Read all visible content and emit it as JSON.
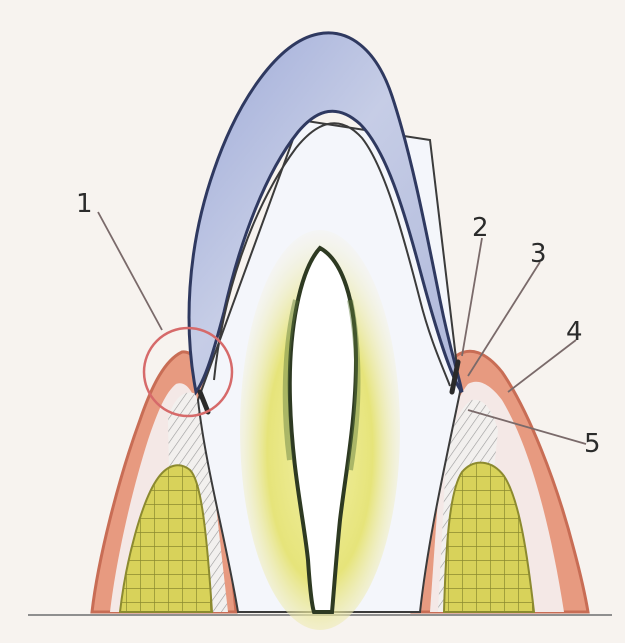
{
  "callouts": [
    {
      "id": "1",
      "label": "1"
    },
    {
      "id": "2",
      "label": "2"
    },
    {
      "id": "3",
      "label": "3"
    },
    {
      "id": "4",
      "label": "4"
    },
    {
      "id": "5",
      "label": "5"
    }
  ],
  "colors": {
    "background": "#f7f3ef",
    "enamel": "#a9b4d8",
    "enamel_edge": "#2f3960",
    "dentin": "#f4f6fb",
    "pulp_halo": "#e6e47a",
    "pulp_dark": "#5e7a3c",
    "gingiva": "#e79a80",
    "gingiva_edge": "#c86d55",
    "bone": "#d8d25a",
    "bone_grid": "#8c8a2f",
    "fibers": "#8f8f8f",
    "highlight_circle": "#d66a6a",
    "leader_line": "#7a6a6a",
    "baseline": "#8f8f8f"
  }
}
